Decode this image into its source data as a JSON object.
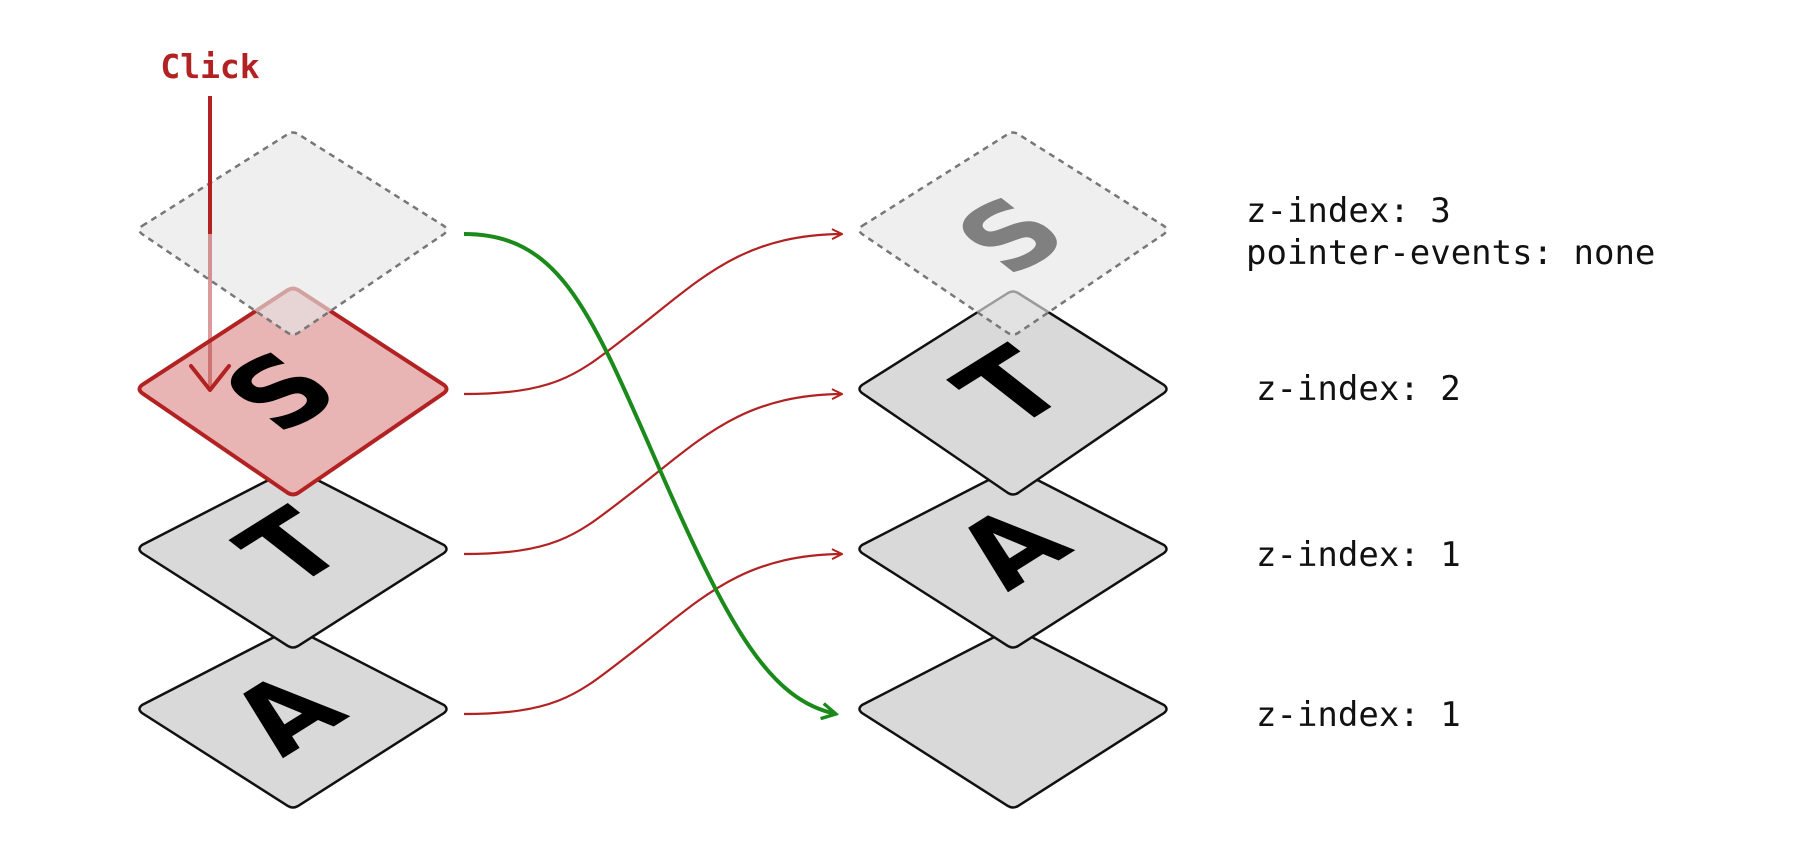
{
  "click_label": "Click",
  "left_stack": {
    "overlay_tile": {
      "letter": ""
    },
    "tiles": [
      {
        "letter": "S",
        "state": "clicked"
      },
      {
        "letter": "T",
        "state": "normal"
      },
      {
        "letter": "A",
        "state": "normal"
      }
    ]
  },
  "right_stack": {
    "tiles": [
      {
        "letter": "S",
        "state": "ghost"
      },
      {
        "letter": "T",
        "state": "normal"
      },
      {
        "letter": "A",
        "state": "normal"
      },
      {
        "letter": "",
        "state": "empty"
      }
    ]
  },
  "labels": {
    "z3_line1": "z-index: 3",
    "z3_line2": "pointer-events: none",
    "z2": "z-index: 2",
    "z1_a": "z-index: 1",
    "z1_b": "z-index: 1"
  },
  "colors": {
    "tile_fill": "#d9d9d9",
    "tile_stroke": "#111111",
    "ghost_fill": "#e6e6e6",
    "ghost_stroke": "#777777",
    "ghost_letter": "#808080",
    "clicked_fill": "#e8b4b4",
    "clicked_stroke": "#b22222",
    "arrow_red": "#b22222",
    "arrow_green": "#1a8a1a"
  }
}
